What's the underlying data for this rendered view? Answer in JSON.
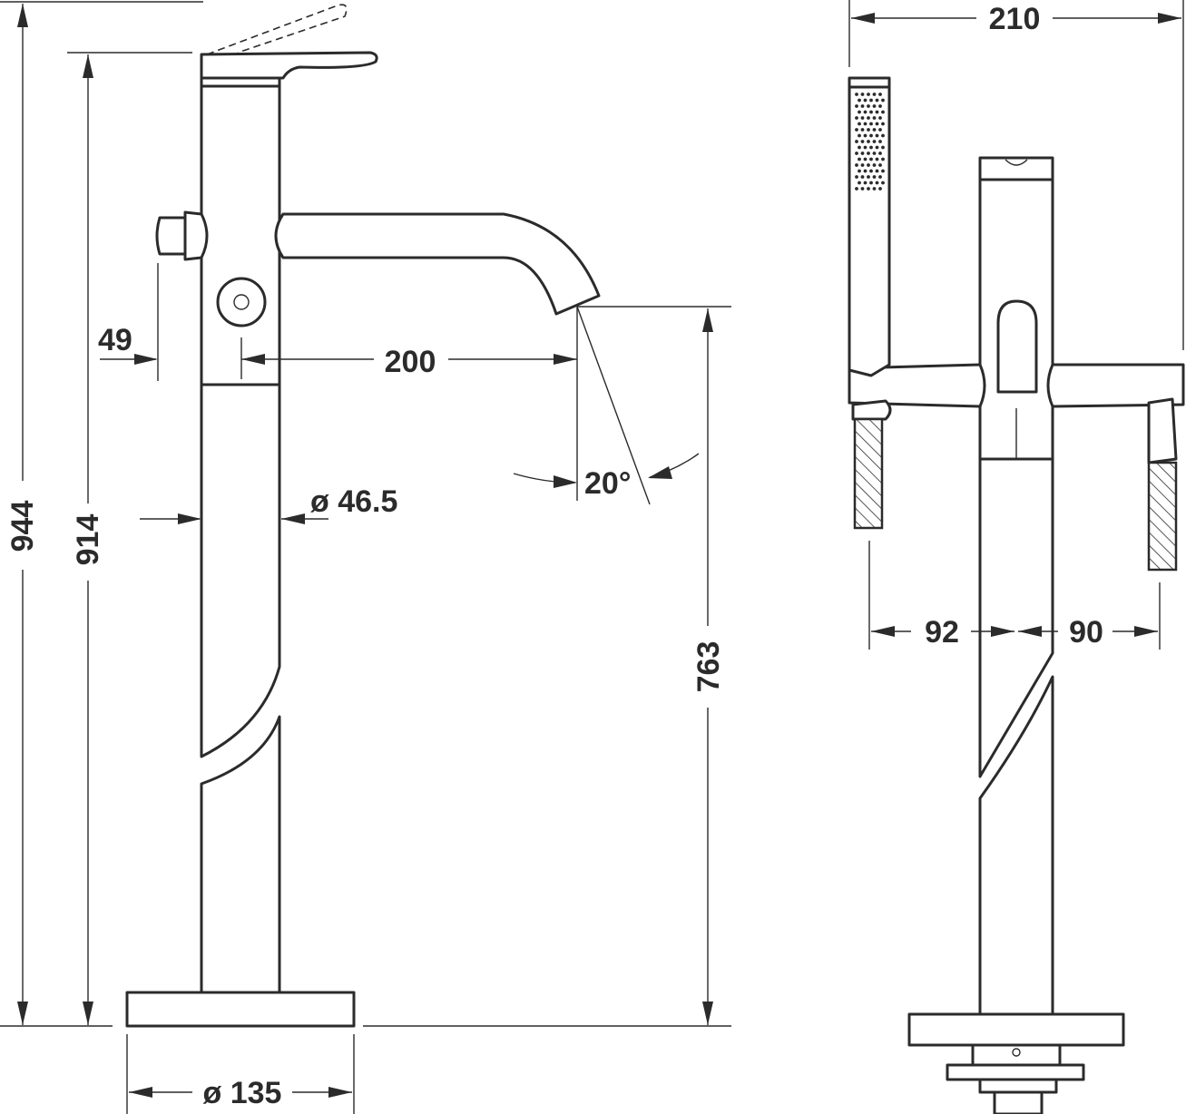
{
  "dimensions": {
    "total_height": "944",
    "lever_height": "914",
    "spout_height": "763",
    "knob_offset": "49",
    "spout_reach": "200",
    "spout_angle": "20°",
    "pipe_diameter": "ø 46.5",
    "base_diameter": "ø 135",
    "overall_width": "210",
    "left_offset": "92",
    "right_offset": "90"
  }
}
